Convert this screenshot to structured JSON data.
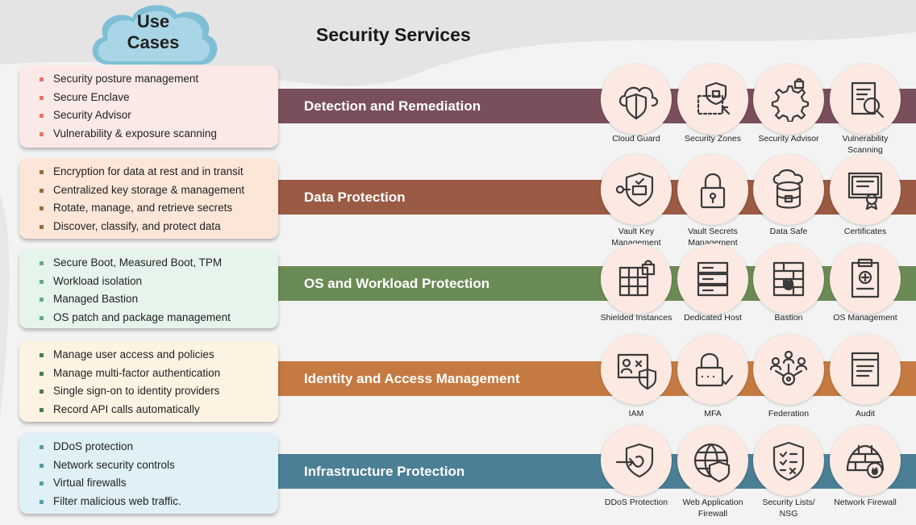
{
  "cloud_title_line1": "Use",
  "cloud_title_line2": "Cases",
  "title": "Security Services",
  "bands": [
    {
      "label": "Detection and Remediation",
      "color": "#7a4f5c"
    },
    {
      "label": "Data Protection",
      "color": "#9b5a43"
    },
    {
      "label": "OS and Workload Protection",
      "color": "#6b8b56"
    },
    {
      "label": "Identity and Access Management",
      "color": "#c57a41"
    },
    {
      "label": "Infrastructure Protection",
      "color": "#4a7f95"
    }
  ],
  "use_cases": [
    {
      "bg": "#fbe9e7",
      "bullet": "#e07a6a",
      "items": [
        "Security posture management",
        "Secure Enclave",
        "Security Advisor",
        "Vulnerability & exposure scanning"
      ]
    },
    {
      "bg": "#fbe6d8",
      "bullet": "#9b6b3a",
      "items": [
        "Encryption for data at rest and in transit",
        "Centralized key storage & management",
        "Rotate, manage, and retrieve secrets",
        "Discover, classify, and protect data"
      ]
    },
    {
      "bg": "#e6f5ec",
      "bullet": "#6aa88a",
      "items": [
        "Secure Boot, Measured Boot, TPM",
        "Workload isolation",
        "Managed Bastion",
        "OS patch and package management"
      ]
    },
    {
      "bg": "#fdf3e3",
      "bullet": "#4e7a4a",
      "items": [
        "Manage user access and policies",
        "Manage multi-factor authentication",
        "Single sign-on to identity providers",
        "Record API calls automatically"
      ]
    },
    {
      "bg": "#dff1f6",
      "bullet": "#5b9aaa",
      "items": [
        "DDoS protection",
        "Network security controls",
        "Virtual firewalls",
        "Filter malicious web traffic."
      ]
    }
  ],
  "services": [
    [
      {
        "label1": "Cloud Guard",
        "label2": "",
        "icon": "cloud-shield-icon"
      },
      {
        "label1": "Security Zones",
        "label2": "",
        "icon": "lock-zone-icon"
      },
      {
        "label1": "Security Advisor",
        "label2": "",
        "icon": "gear-lock-icon"
      },
      {
        "label1": "Vulnerability",
        "label2": "Scanning",
        "icon": "document-magnifier-icon"
      }
    ],
    [
      {
        "label1": "Vault Key",
        "label2": "Management",
        "icon": "key-shield-icon"
      },
      {
        "label1": "Vault Secrets",
        "label2": "Management",
        "icon": "padlock-icon"
      },
      {
        "label1": "Data Safe",
        "label2": "",
        "icon": "database-cloud-icon"
      },
      {
        "label1": "Certificates",
        "label2": "",
        "icon": "certificate-icon"
      }
    ],
    [
      {
        "label1": "Shielded Instances",
        "label2": "",
        "icon": "grid-lock-icon"
      },
      {
        "label1": "Dedicated Host",
        "label2": "",
        "icon": "server-icon"
      },
      {
        "label1": "Bastion",
        "label2": "",
        "icon": "firewall-flame-icon"
      },
      {
        "label1": "OS Management",
        "label2": "",
        "icon": "clipboard-plus-icon"
      }
    ],
    [
      {
        "label1": "IAM",
        "label2": "",
        "icon": "id-card-shield-icon"
      },
      {
        "label1": "MFA",
        "label2": "",
        "icon": "lock-check-icon"
      },
      {
        "label1": "Federation",
        "label2": "",
        "icon": "people-gear-icon"
      },
      {
        "label1": "Audit",
        "label2": "",
        "icon": "log-document-icon"
      }
    ],
    [
      {
        "label1": "DDoS Protection",
        "label2": "",
        "icon": "shield-arrow-icon"
      },
      {
        "label1": "Web Application",
        "label2": "Firewall",
        "icon": "globe-shield-icon"
      },
      {
        "label1": "Security Lists/",
        "label2": "NSG",
        "icon": "shield-checklist-icon"
      },
      {
        "label1": "Network Firewall",
        "label2": "",
        "icon": "brick-flame-icon"
      }
    ]
  ]
}
